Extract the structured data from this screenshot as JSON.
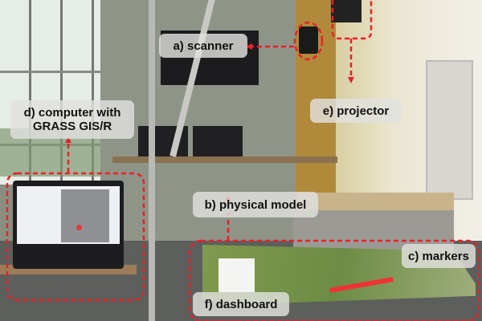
{
  "labels": {
    "scanner": "a) scanner",
    "physical_model": "b) physical model",
    "markers": "c) markers",
    "computer_line1": "d) computer with",
    "computer_line2": "GRASS GIS/R",
    "projector": "e) projector",
    "dashboard": "f) dashboard"
  },
  "colors": {
    "annotation": "#e8202a"
  }
}
